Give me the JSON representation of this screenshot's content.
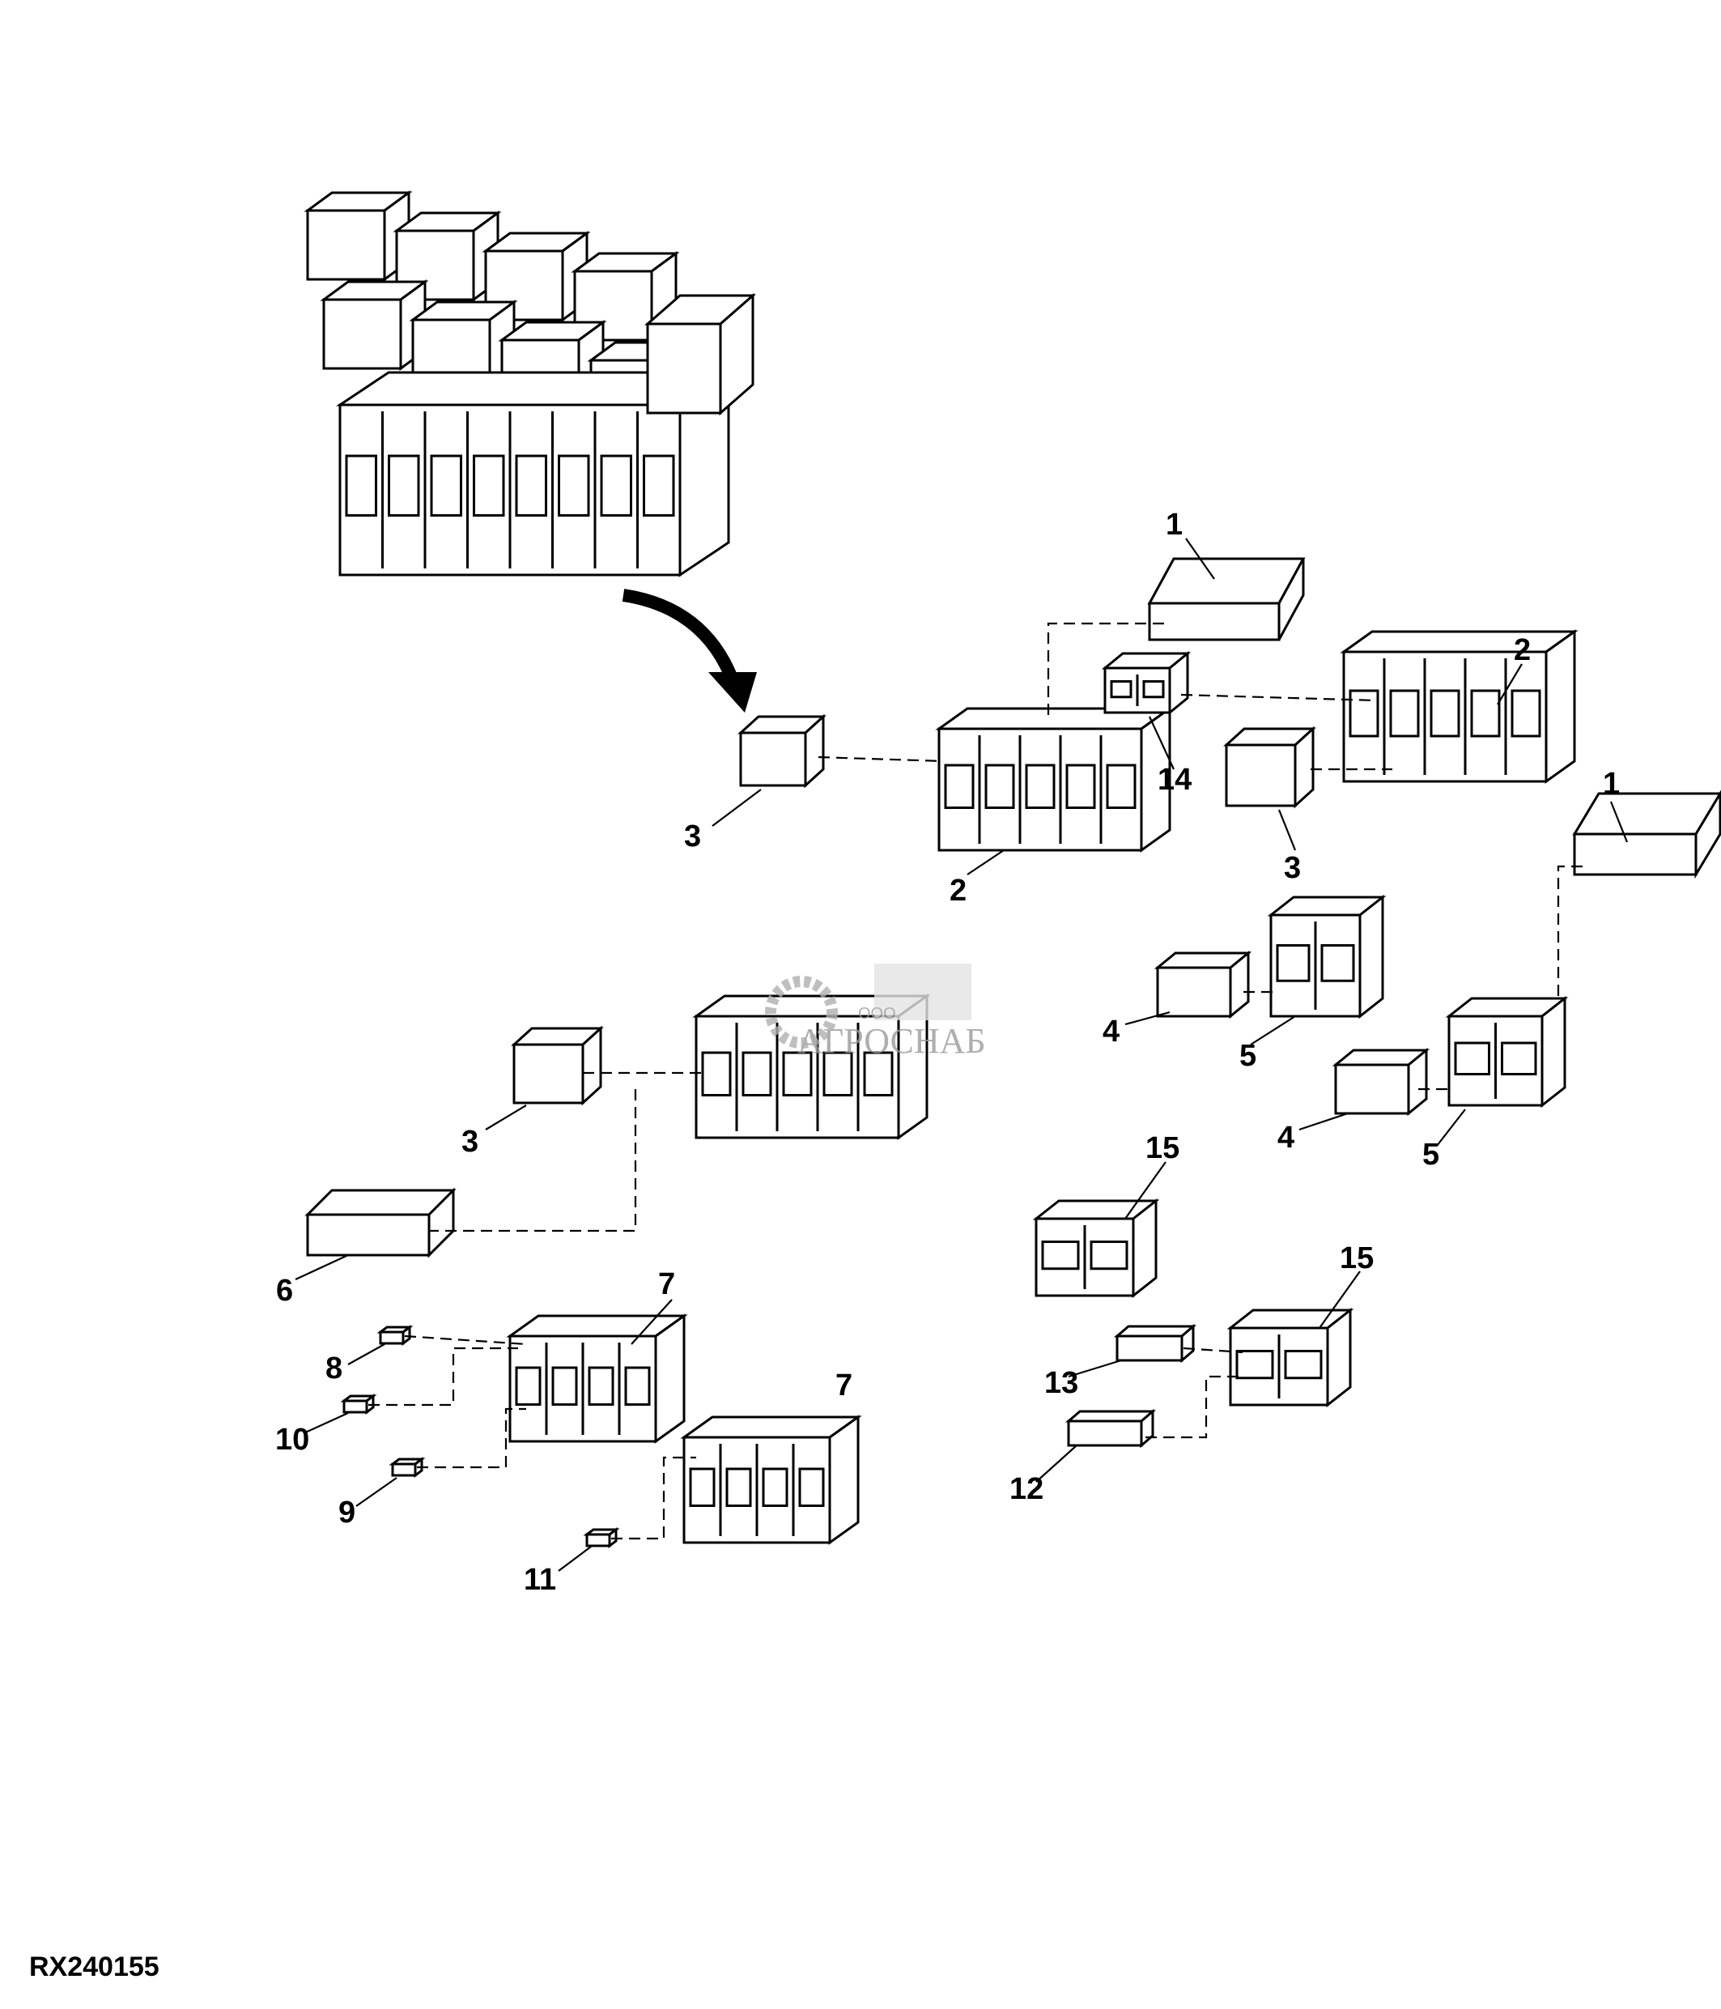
{
  "figure_id": "RX240155",
  "watermark": {
    "prefix": "ООО",
    "name": "АГРОСНАБ"
  },
  "callouts": {
    "c1a": "1",
    "c1b": "1",
    "c2a": "2",
    "c2b": "2",
    "c3a": "3",
    "c3b": "3",
    "c3c": "3",
    "c4a": "4",
    "c4b": "4",
    "c5a": "5",
    "c5b": "5",
    "c6": "6",
    "c7a": "7",
    "c7b": "7",
    "c8": "8",
    "c9": "9",
    "c10": "10",
    "c11": "11",
    "c12": "12",
    "c13": "13",
    "c14": "14",
    "c15a": "15",
    "c15b": "15"
  }
}
